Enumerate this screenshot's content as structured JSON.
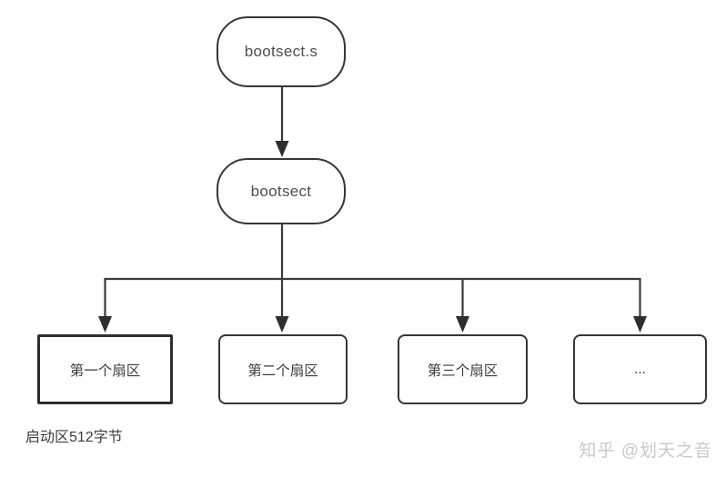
{
  "diagram": {
    "nodes": {
      "source_file": {
        "label": "bootsect.s"
      },
      "program": {
        "label": "bootsect"
      }
    },
    "sectors": [
      {
        "label": "第一个扇区"
      },
      {
        "label": "第二个扇区"
      },
      {
        "label": "第三个扇区"
      },
      {
        "label": "..."
      }
    ],
    "caption": "启动区512字节",
    "watermark": "知乎 @划天之音",
    "colors": {
      "background": "#ffffff",
      "line": "#3a3a3a",
      "node_border": "#363636",
      "node_text": "#4d4d4d",
      "sector_text": "#3c3c3c",
      "caption_text": "#3d3d3d",
      "watermark_text": "#c9c9c9"
    }
  }
}
